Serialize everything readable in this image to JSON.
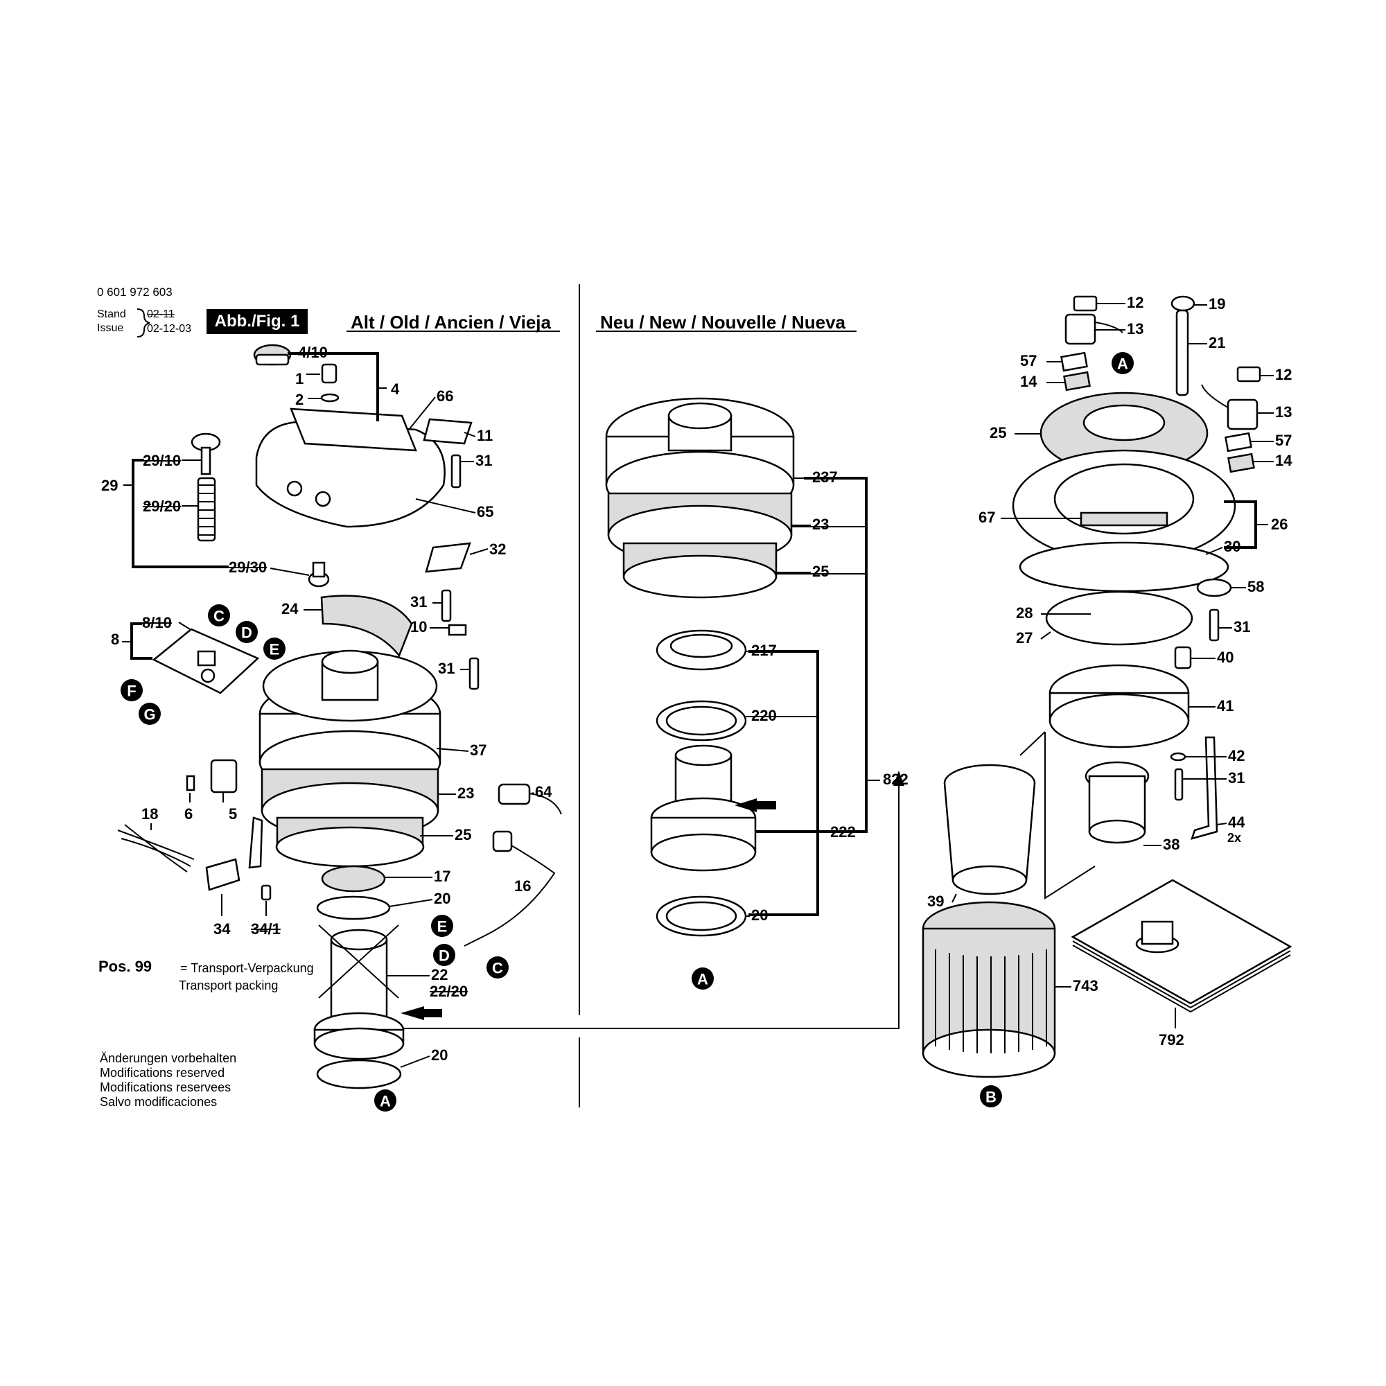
{
  "header": {
    "part_number": "0 601 972 603",
    "stand_label": "Stand",
    "issue_label": "Issue",
    "old_date": "02-11",
    "new_date": "02-12-03",
    "figure_label": "Abb./Fig. 1"
  },
  "sections": {
    "old": "Alt / Old / Ancien / Vieja",
    "new": "Neu / New / Nouvelle / Nueva"
  },
  "pos99": {
    "label": "Pos. 99",
    "line1": "= Transport-Verpackung",
    "line2": "Transport packing"
  },
  "modifications": [
    "Änderungen vorbehalten",
    "Modifications reserved",
    "Modifications reservees",
    "Salvo modificaciones"
  ],
  "quantity_note": "2x",
  "callouts_left": [
    {
      "id": "c_4_10",
      "text": "4/10"
    },
    {
      "id": "c_1",
      "text": "1"
    },
    {
      "id": "c_2",
      "text": "2"
    },
    {
      "id": "c_4",
      "text": "4"
    },
    {
      "id": "c_66",
      "text": "66"
    },
    {
      "id": "c_11",
      "text": "11"
    },
    {
      "id": "c_31a",
      "text": "31"
    },
    {
      "id": "c_29_10",
      "text": "29/10"
    },
    {
      "id": "c_29",
      "text": "29"
    },
    {
      "id": "c_29_20",
      "text": "29/20"
    },
    {
      "id": "c_65",
      "text": "65"
    },
    {
      "id": "c_32",
      "text": "32"
    },
    {
      "id": "c_29_30",
      "text": "29/30"
    },
    {
      "id": "c_24",
      "text": "24"
    },
    {
      "id": "c_31b",
      "text": "31"
    },
    {
      "id": "c_8_10",
      "text": "8/10"
    },
    {
      "id": "c_8",
      "text": "8"
    },
    {
      "id": "c_10",
      "text": "10"
    },
    {
      "id": "c_31c",
      "text": "31"
    },
    {
      "id": "c_37",
      "text": "37"
    },
    {
      "id": "c_64",
      "text": "64"
    },
    {
      "id": "c_23a",
      "text": "23"
    },
    {
      "id": "c_18",
      "text": "18"
    },
    {
      "id": "c_6",
      "text": "6"
    },
    {
      "id": "c_5",
      "text": "5"
    },
    {
      "id": "c_25a",
      "text": "25"
    },
    {
      "id": "c_17",
      "text": "17"
    },
    {
      "id": "c_16",
      "text": "16"
    },
    {
      "id": "c_20a",
      "text": "20"
    },
    {
      "id": "c_34",
      "text": "34"
    },
    {
      "id": "c_34_1",
      "text": "34/1"
    },
    {
      "id": "c_22",
      "text": "22"
    },
    {
      "id": "c_22_20",
      "text": "22/20"
    },
    {
      "id": "c_20b",
      "text": "20"
    }
  ],
  "callouts_middle": [
    {
      "id": "c_237",
      "text": "237"
    },
    {
      "id": "c_23b",
      "text": "23"
    },
    {
      "id": "c_25b",
      "text": "25"
    },
    {
      "id": "c_217",
      "text": "217"
    },
    {
      "id": "c_220",
      "text": "220"
    },
    {
      "id": "c_822",
      "text": "822"
    },
    {
      "id": "c_222",
      "text": "222"
    },
    {
      "id": "c_20c",
      "text": "20"
    }
  ],
  "callouts_right": [
    {
      "id": "c_12a",
      "text": "12"
    },
    {
      "id": "c_19",
      "text": "19"
    },
    {
      "id": "c_13a",
      "text": "13"
    },
    {
      "id": "c_21",
      "text": "21"
    },
    {
      "id": "c_57a",
      "text": "57"
    },
    {
      "id": "c_12b",
      "text": "12"
    },
    {
      "id": "c_14a",
      "text": "14"
    },
    {
      "id": "c_13b",
      "text": "13"
    },
    {
      "id": "c_25c",
      "text": "25"
    },
    {
      "id": "c_57b",
      "text": "57"
    },
    {
      "id": "c_14b",
      "text": "14"
    },
    {
      "id": "c_67",
      "text": "67"
    },
    {
      "id": "c_26",
      "text": "26"
    },
    {
      "id": "c_30",
      "text": "30"
    },
    {
      "id": "c_58",
      "text": "58"
    },
    {
      "id": "c_28",
      "text": "28"
    },
    {
      "id": "c_31d",
      "text": "31"
    },
    {
      "id": "c_27",
      "text": "27"
    },
    {
      "id": "c_40",
      "text": "40"
    },
    {
      "id": "c_41",
      "text": "41"
    },
    {
      "id": "c_42",
      "text": "42"
    },
    {
      "id": "c_31e",
      "text": "31"
    },
    {
      "id": "c_44",
      "text": "44"
    },
    {
      "id": "c_38",
      "text": "38"
    },
    {
      "id": "c_39",
      "text": "39"
    },
    {
      "id": "c_743",
      "text": "743"
    },
    {
      "id": "c_792",
      "text": "792"
    }
  ],
  "connector_markers": [
    {
      "id": "m_C1",
      "text": "C"
    },
    {
      "id": "m_D1",
      "text": "D"
    },
    {
      "id": "m_E1",
      "text": "E"
    },
    {
      "id": "m_F",
      "text": "F"
    },
    {
      "id": "m_G",
      "text": "G"
    },
    {
      "id": "m_E2",
      "text": "E"
    },
    {
      "id": "m_D2",
      "text": "D"
    },
    {
      "id": "m_C2",
      "text": "C"
    },
    {
      "id": "m_A1",
      "text": "A"
    },
    {
      "id": "m_A2",
      "text": "A"
    },
    {
      "id": "m_A3",
      "text": "A"
    },
    {
      "id": "m_B",
      "text": "B"
    }
  ]
}
